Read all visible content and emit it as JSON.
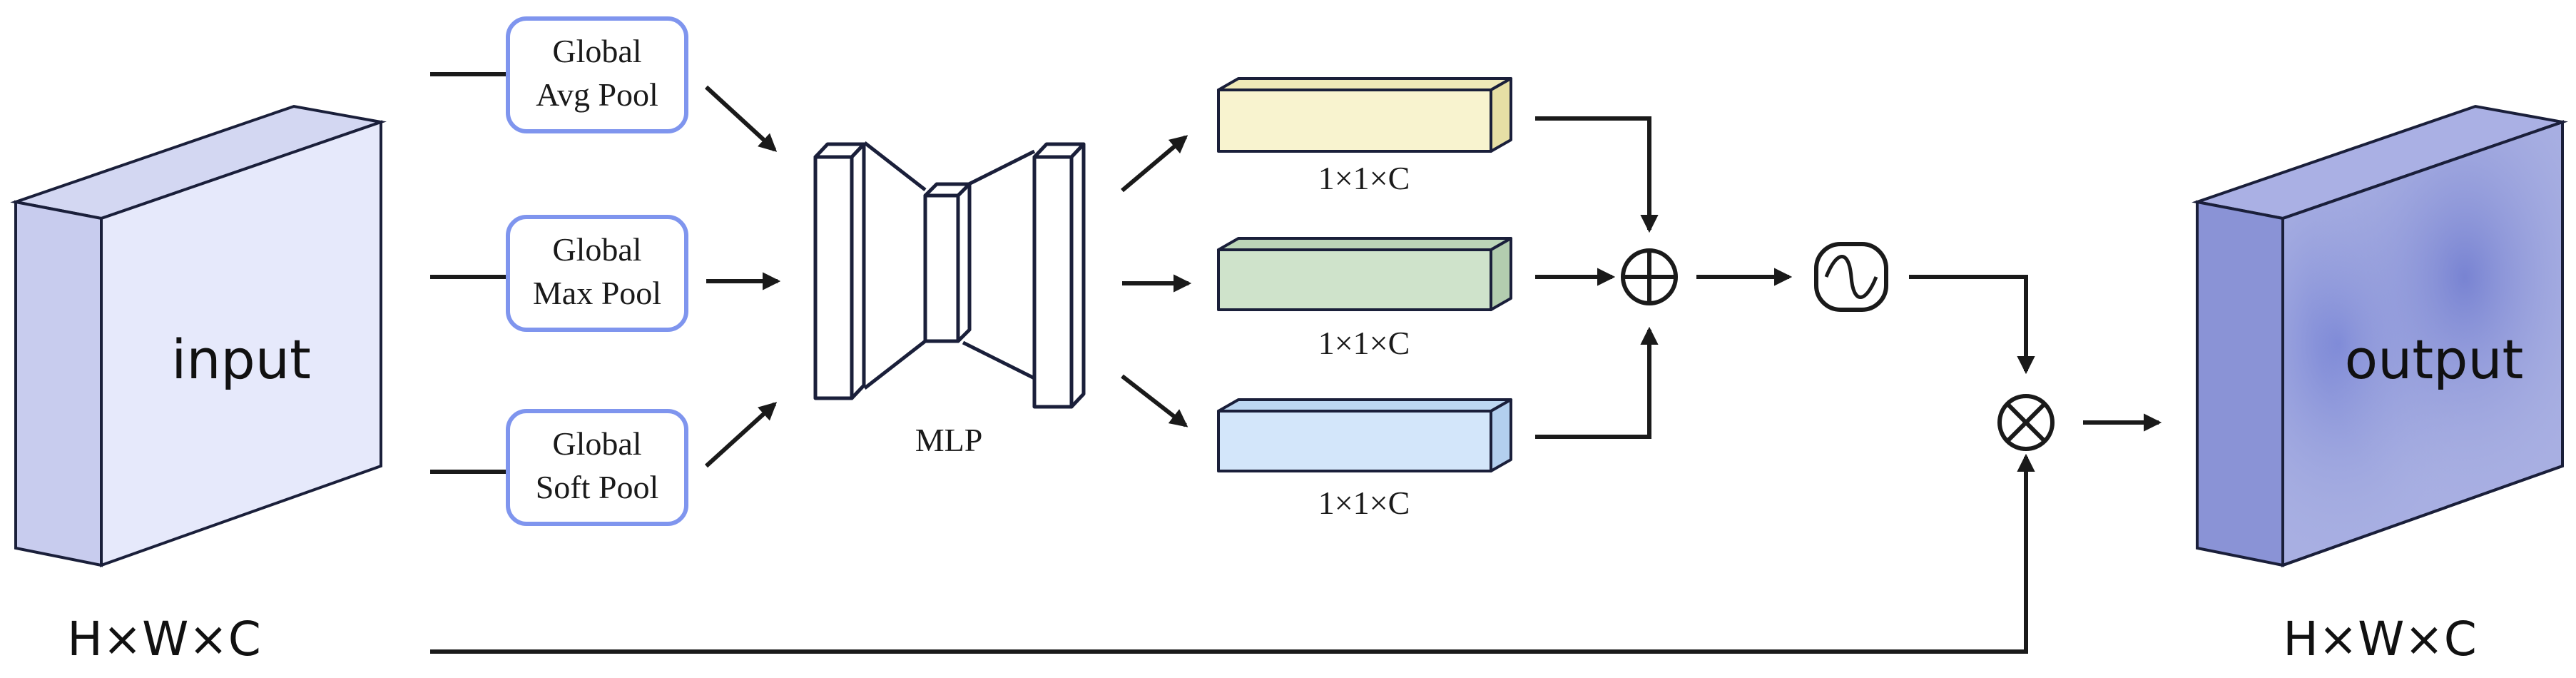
{
  "input": {
    "label": "input",
    "dims": "H×W×C"
  },
  "output": {
    "label": "output",
    "dims": "H×W×C"
  },
  "pools": [
    {
      "line1": "Global",
      "line2": "Avg Pool"
    },
    {
      "line1": "Global",
      "line2": "Max Pool"
    },
    {
      "line1": "Global",
      "line2": "Soft Pool"
    }
  ],
  "mlp": {
    "label": "MLP"
  },
  "vectors": [
    {
      "dims": "1×1×C",
      "color": "#f8f3cf"
    },
    {
      "dims": "1×1×C",
      "color": "#cfe3cb"
    },
    {
      "dims": "1×1×C",
      "color": "#d3e6fa"
    }
  ],
  "colors": {
    "pool_border": "#7f95ee",
    "input_front": "#e6e9fb",
    "output_front": "#9ba3dd",
    "stroke": "#1a1f3a"
  },
  "operators": {
    "add": "circle-plus",
    "multiply": "circle-times",
    "activation": "sigmoid"
  }
}
